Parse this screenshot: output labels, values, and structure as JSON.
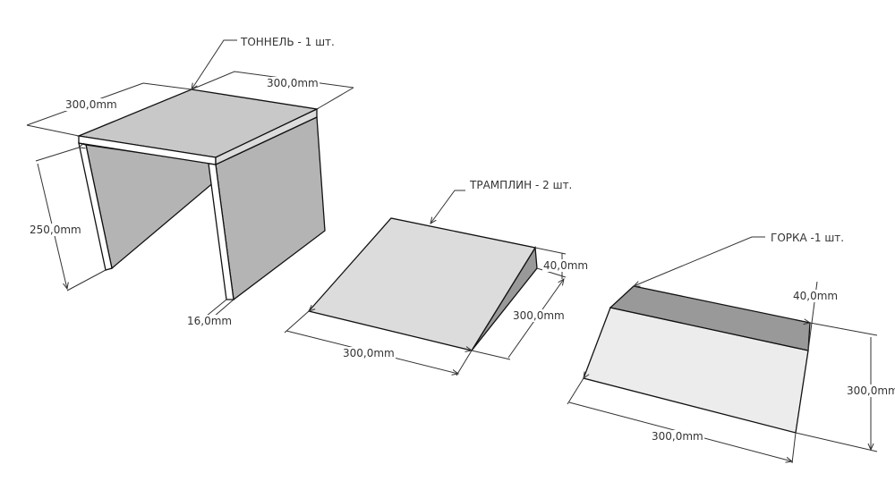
{
  "tunnel": {
    "title": "ТОННЕЛЬ - 1 шт.",
    "width": "300,0mm",
    "depth": "300,0mm",
    "height": "250,0mm",
    "thickness": "16,0mm"
  },
  "ramp": {
    "title": "ТРАМПЛИН - 2 шт.",
    "height": "40,0mm",
    "depth": "300,0mm",
    "width": "300,0mm"
  },
  "slide": {
    "title": "ГОРКА -1 шт.",
    "thickness": "40,0mm",
    "height": "300,0mm",
    "width": "300,0mm"
  },
  "colors": {
    "top": "#c8c8c8",
    "panel": "#b4b4b4",
    "light": "#dcdcdc",
    "band": "#999999"
  }
}
